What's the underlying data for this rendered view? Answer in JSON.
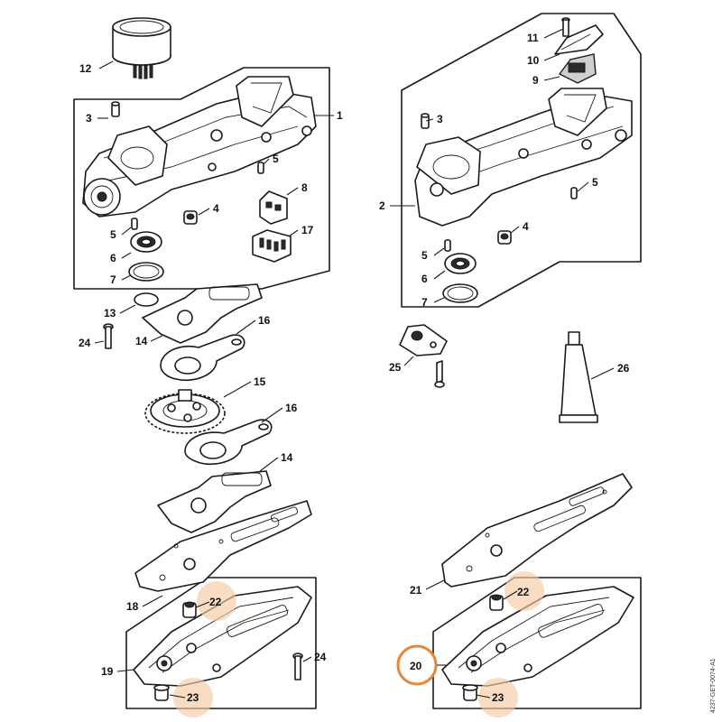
{
  "diagram": {
    "callouts": {
      "c1": "1",
      "c2": "2",
      "c3a": "3",
      "c3b": "3",
      "c4a": "4",
      "c4b": "4",
      "c5a": "5",
      "c5b": "5",
      "c5c": "5",
      "c5d": "5",
      "c6a": "6",
      "c6b": "6",
      "c7a": "7",
      "c7b": "7",
      "c8": "8",
      "c9": "9",
      "c10": "10",
      "c11": "11",
      "c12": "12",
      "c13": "13",
      "c14a": "14",
      "c14b": "14",
      "c15": "15",
      "c16a": "16",
      "c16b": "16",
      "c17": "17",
      "c18": "18",
      "c19": "19",
      "c20": "20",
      "c21": "21",
      "c22a": "22",
      "c22b": "22",
      "c23a": "23",
      "c23b": "23",
      "c24a": "24",
      "c24b": "24",
      "c25": "25",
      "c26": "26"
    },
    "highlighted_parts": [
      "22",
      "23"
    ],
    "selected_part": "20",
    "document_number": "4237-GET-0074-A1",
    "colors": {
      "highlight": "#f6c9a4",
      "selected_ring": "#e8873a",
      "line": "#1a1a1a"
    }
  }
}
